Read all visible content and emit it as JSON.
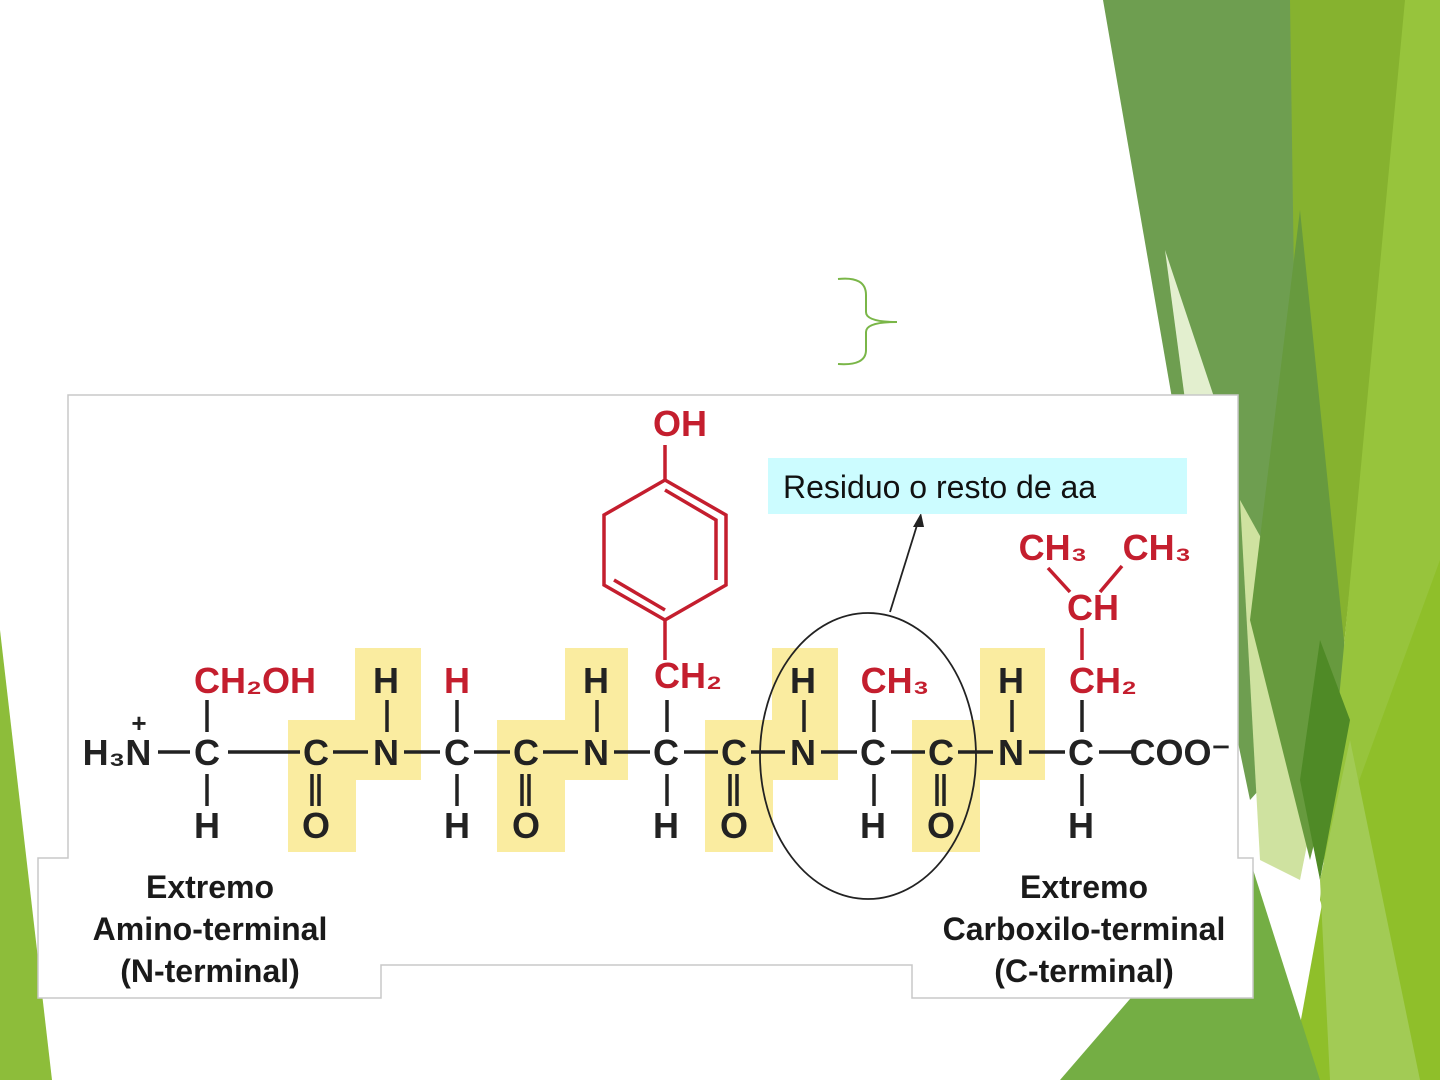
{
  "colors": {
    "highlight": "#faeca0",
    "side_chain": "#c41e2e",
    "label_box": "#ccfcff",
    "bracket": "#7ab648"
  },
  "labels": {
    "residue": "Residuo o resto de aa"
  },
  "captions": {
    "n_terminal": [
      "Extremo",
      "Amino-terminal",
      "(N-terminal)"
    ],
    "c_terminal": [
      "Extremo",
      "Carboxilo-terminal",
      "(C-terminal)"
    ]
  },
  "atoms": {
    "n_term": "H₃N",
    "charge_plus": "+",
    "c": "C",
    "n": "N",
    "h": "H",
    "o": "O",
    "coo": "COO⁻",
    "ch2oh": "CH₂OH",
    "ch2": "CH₂",
    "ch3": "CH₃",
    "ch": "CH",
    "oh": "OH"
  }
}
